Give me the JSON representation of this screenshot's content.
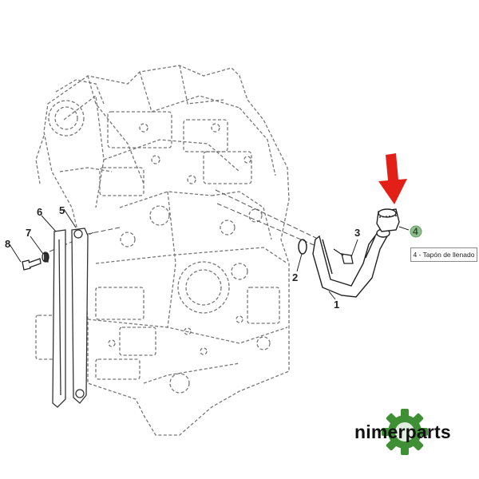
{
  "callouts": {
    "c1": "1",
    "c2": "2",
    "c3": "3",
    "c4": "4",
    "c5": "5",
    "c6": "6",
    "c7": "7",
    "c8": "8"
  },
  "tooltip": {
    "label": "4 - Tapón de llenado"
  },
  "logo": {
    "text": "nimerparts",
    "brand_color": "#3f8f35"
  },
  "arrow": {
    "color": "#e32018",
    "icon": "arrow-down-icon"
  },
  "highlight_color": "#8fbf8f"
}
